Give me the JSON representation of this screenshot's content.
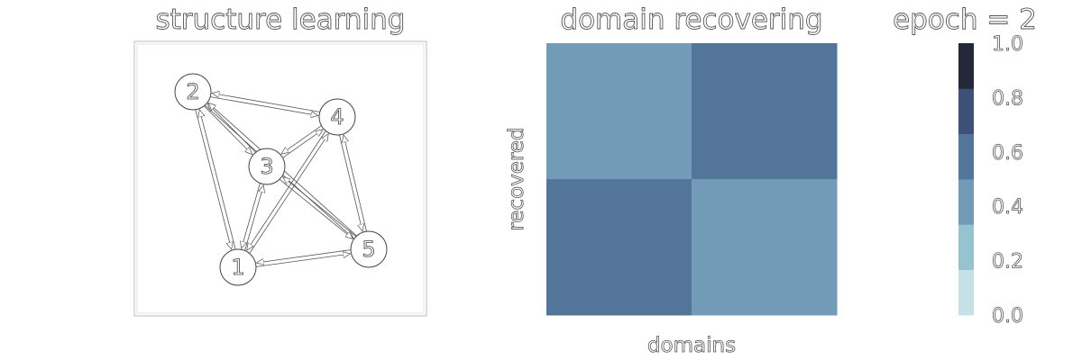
{
  "graph_panel": {
    "title": "structure learning",
    "nodes": [
      {
        "id": "1",
        "label": "1"
      },
      {
        "id": "2",
        "label": "2"
      },
      {
        "id": "3",
        "label": "3"
      },
      {
        "id": "4",
        "label": "4"
      },
      {
        "id": "5",
        "label": "5"
      }
    ],
    "edges": [
      {
        "from": "1",
        "to": "2"
      },
      {
        "from": "2",
        "to": "1"
      },
      {
        "from": "1",
        "to": "3"
      },
      {
        "from": "3",
        "to": "1"
      },
      {
        "from": "1",
        "to": "4"
      },
      {
        "from": "4",
        "to": "1"
      },
      {
        "from": "1",
        "to": "5"
      },
      {
        "from": "5",
        "to": "1"
      },
      {
        "from": "2",
        "to": "3"
      },
      {
        "from": "3",
        "to": "2"
      },
      {
        "from": "2",
        "to": "4"
      },
      {
        "from": "4",
        "to": "2"
      },
      {
        "from": "2",
        "to": "5"
      },
      {
        "from": "5",
        "to": "2"
      },
      {
        "from": "3",
        "to": "4"
      },
      {
        "from": "4",
        "to": "3"
      },
      {
        "from": "3",
        "to": "5"
      },
      {
        "from": "5",
        "to": "3"
      },
      {
        "from": "4",
        "to": "5"
      },
      {
        "from": "5",
        "to": "4"
      }
    ]
  },
  "heatmap_panel": {
    "title": "domain recovering",
    "epoch_label": "epoch = 2",
    "xlabel": "domains",
    "ylabel": "recovered"
  },
  "chart_data": {
    "type": "heatmap",
    "title": "domain recovering",
    "xlabel": "domains",
    "ylabel": "recovered",
    "matrix": [
      [
        0.4,
        0.6
      ],
      [
        0.6,
        0.4
      ]
    ],
    "colorbar": {
      "min": 0.0,
      "max": 1.0,
      "ticks": [
        "0.0",
        "0.2",
        "0.4",
        "0.6",
        "0.8",
        "1.0"
      ],
      "bin_colors": [
        "#c4e2e6",
        "#96c3d0",
        "#729bb7",
        "#527599",
        "#3d5078",
        "#23283a"
      ]
    }
  }
}
